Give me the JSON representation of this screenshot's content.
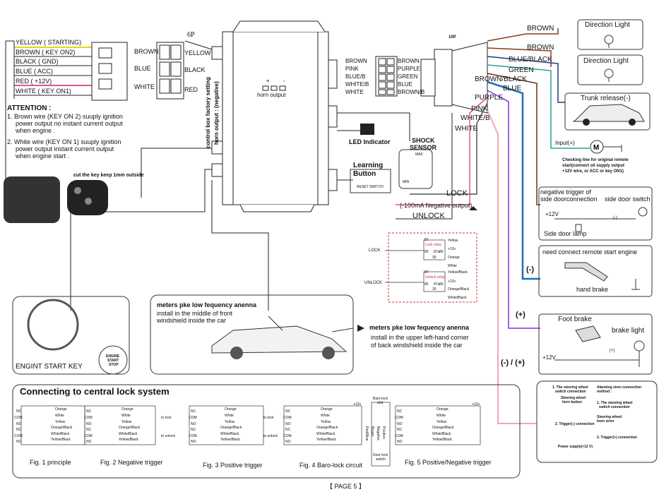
{
  "left_wires": [
    "YELLOW ( STARTING)",
    "BROWN ( KEY ON2)",
    "BLACK ( GND)",
    "BLUE  ( ACC)",
    "RED  ( +12V)",
    "WHITE ( KEY ON1)"
  ],
  "connector_6p": {
    "label": "6P",
    "left": [
      "BROWN",
      "BLUE",
      "WHITE"
    ],
    "right": [
      "YELLOW",
      "BLACK",
      "RED"
    ]
  },
  "attention": {
    "title": "ATTENTION :",
    "item1": [
      "1. Brown wire (KEY  ON 2) suuply ignition",
      "power output no instant current output",
      "when engine ."
    ],
    "item2": [
      "2. White wire (KEY  ON 1) suuply ignition",
      "power output  instant current output",
      "when engine start ."
    ]
  },
  "key_note": "cut the key keep 1mm outside",
  "module": {
    "setting_text": "control box factory setting",
    "horn_text": "horn output : (negative)",
    "horn_label": "horn output",
    "plus": "+",
    "minus": "-"
  },
  "led_label": "LED Indicator",
  "learning_label": [
    "Learning",
    "Button"
  ],
  "reset_label": "RESET SWITCH",
  "shock": {
    "title": [
      "SHOCK",
      "SENSOR"
    ],
    "max": "MAX",
    "min": "MIN"
  },
  "connector_10p_small": {
    "left": [
      "BROWN",
      "PINK",
      "BLUE/B",
      "WHITE/B",
      "WHITE"
    ],
    "right": [
      "BROWN",
      "PURPLE",
      "GREEN",
      "BLUE",
      "BROWN/B"
    ]
  },
  "connector_10p": {
    "label": "10P",
    "wires": [
      "BROWN",
      "BROWN",
      "BLUE/BLACK",
      "GREEN",
      "BROWN/BLACK",
      "BLUE",
      "PURPLE",
      "PINK",
      "WHITE/B",
      "WHITE"
    ]
  },
  "lock_labels": {
    "lock": "LOCK",
    "current": "(-100mA Negative output)",
    "unlock": "UNLOCK"
  },
  "right_panels": {
    "direction1": "Direction Light",
    "direction2": "Direction Light",
    "trunk": "Trunk release(-)",
    "input_label": "Input(+)",
    "motor_symbol": "M",
    "checking": [
      "Checking line for original remote",
      "start(connect oil supply output",
      "+12V wire, or ACC or key ON1)"
    ],
    "neg_trigger": [
      "negative trigger of",
      "side doorconnection"
    ],
    "side_door_switch": "side door switch",
    "plus12": "+12V",
    "minus": "(-)",
    "side_door_lamp": "Side door lamp",
    "need_remote": "need connect remote start engine",
    "hand_brake": "hand brake",
    "neg_symbol": "(-)",
    "pos_symbol": "(+)",
    "foot_brake": "Foot brake",
    "brake_light": "brake light",
    "foot_plus12": "+12V",
    "foot_plus": "(+)",
    "neg_pos": "(-) / (+)"
  },
  "relay_lock": {
    "lock": "LOCK",
    "unlock": "UNLOCK",
    "yellow": "Yellow",
    "plus12": "+12v",
    "orange": "Orange",
    "white": "White",
    "yellow_black": "Yellow/Black",
    "orange_black": "Orange/Black",
    "white_black": "White/Black",
    "relay_lock_label": "Lock relay",
    "relay_unlock_label": "Unlock relay",
    "p87": "87",
    "p87a": "87a",
    "p85": "85",
    "p86": "86",
    "p30": "30"
  },
  "antenna1": {
    "title": "meters pke low fequency anenna",
    "text": [
      "install in the  middle of front",
      "windshield inside the car"
    ]
  },
  "antenna2": {
    "title": "meters pke low fequency anenna",
    "text": [
      "install in the  upper left-hand corner",
      "of back windshield inside the car"
    ]
  },
  "start_key_label": "ENGINT START KEY",
  "start_button": [
    "ENGINE",
    "START",
    "STOP"
  ],
  "central_lock": {
    "title": "Connecting to central lock system",
    "pins": [
      "NC",
      "COM",
      "NO",
      "NC",
      "COM",
      "NO"
    ],
    "wires": [
      "Orange",
      "White",
      "Yellow",
      "Orange/Black",
      "White/Black",
      "Yellow/Black"
    ],
    "to_lock": "to lock",
    "to_unlock": "to unlock",
    "plus12": "+12v",
    "baro_unit": [
      "Baro-lock",
      "unit"
    ],
    "baro_cols": [
      "Red/Blue",
      "Brown",
      "Negative",
      "Position"
    ],
    "door_switch": [
      "Door lock",
      "switch"
    ],
    "captions": [
      "Fig. 1  principle",
      "Fig. 2  Negative trigger",
      "Fig. 3  Positive trigger",
      "Fig. 4  Baro-lock circuit",
      "Fig. 5  Positive/Negative trigger"
    ]
  },
  "steering": {
    "title1": [
      "1. The steering wheel",
      "switch connection"
    ],
    "title2": [
      "Alarming siren connection",
      "method :"
    ],
    "horn_button": [
      "Steering wheel",
      "horn button"
    ],
    "item1": [
      "1. The steering wheel",
      "switch connection"
    ],
    "siren_horn": [
      "Steering wheel",
      "horn siren"
    ],
    "trig_neg": "2. Trigger(-) connection",
    "trig_pos": "2. Trigger(+) connection",
    "power": "Power supply(+12 V)"
  },
  "page": "【 PAGE 5 】",
  "colors": {
    "yellow": "#e8d21a",
    "pink": "#e0559a",
    "teal": "#2aa198",
    "green": "#3a9d3a",
    "blue": "#1f6fb5",
    "purple": "#8a2be2",
    "lightpink": "#f0a7b8"
  }
}
